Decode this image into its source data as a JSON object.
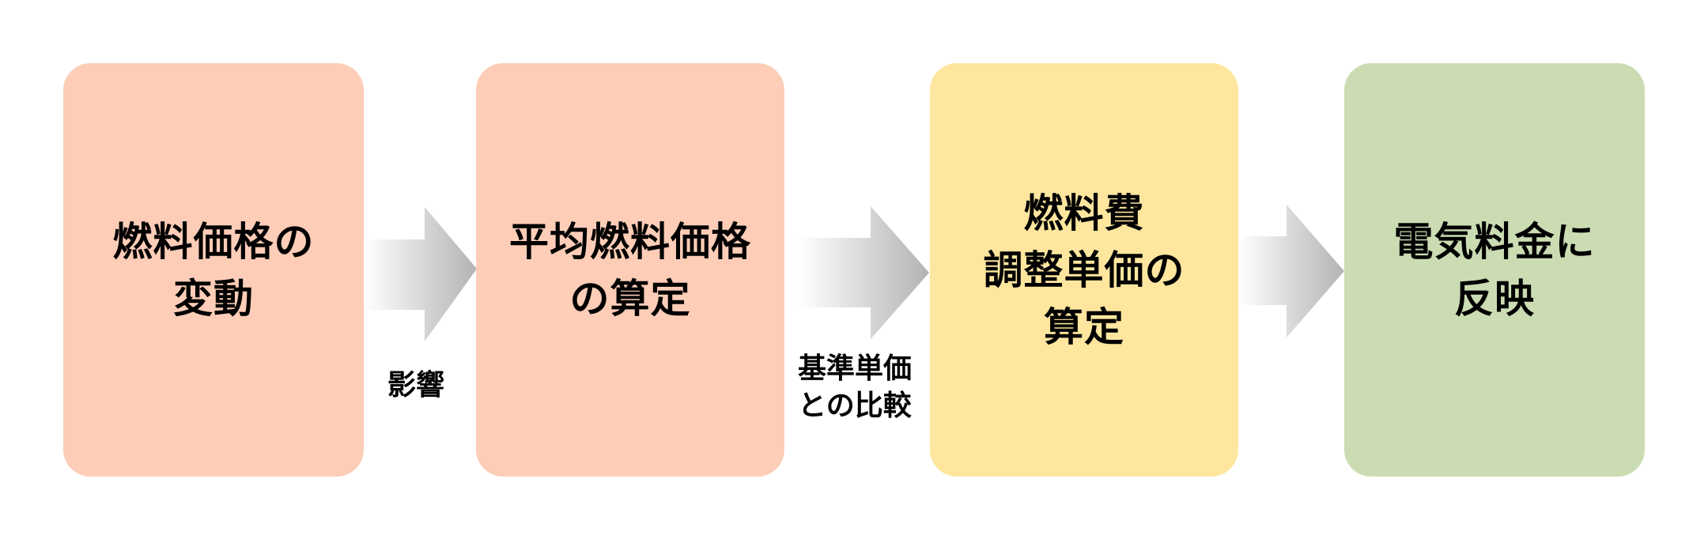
{
  "diagram": {
    "type": "flow",
    "direction": "left-to-right",
    "steps": [
      {
        "label": "燃料価格の\n変動",
        "color": "#fdcdb7"
      },
      {
        "label": "平均燃料価格\nの算定",
        "color": "#fdcdb7"
      },
      {
        "label": "燃料費\n調整単価の\n算定",
        "color": "#fee69f"
      },
      {
        "label": "電気料金に\n反映",
        "color": "#cbdcb3"
      }
    ],
    "arrows": [
      {
        "from": 0,
        "to": 1,
        "label": "影響",
        "gradient": [
          "#ffffff",
          "#b3b3b3"
        ]
      },
      {
        "from": 1,
        "to": 2,
        "label": "基準単価\nとの比較",
        "gradient": [
          "#ffffff",
          "#b3b3b3"
        ]
      },
      {
        "from": 2,
        "to": 3,
        "label": "",
        "gradient": [
          "#ffffff",
          "#b3b3b3"
        ]
      }
    ]
  }
}
